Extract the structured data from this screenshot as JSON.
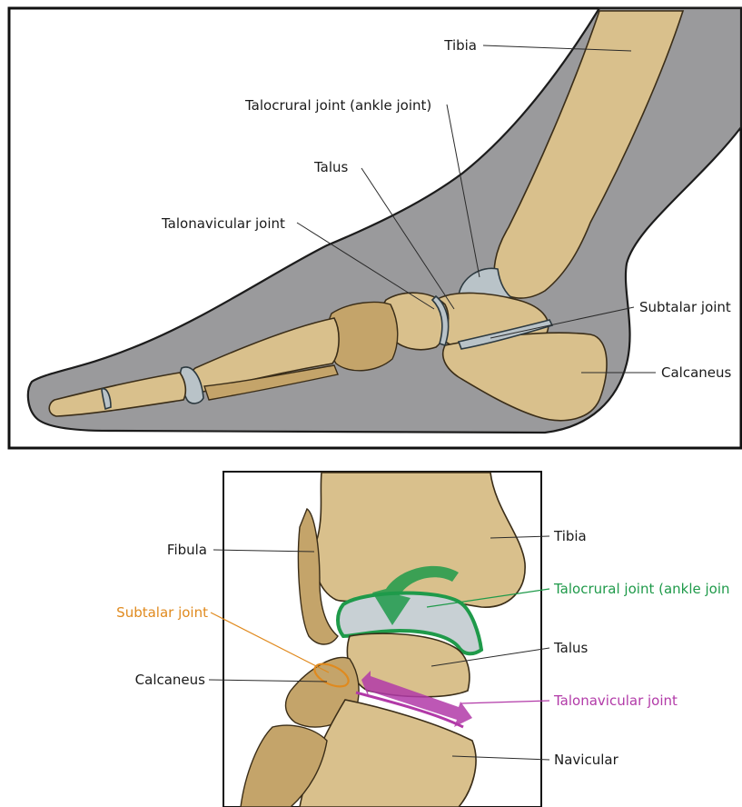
{
  "top_panel": {
    "labels": {
      "tibia": "Tibia",
      "talocrural": "Talocrural joint (ankle joint)",
      "talus": "Talus",
      "talonavicular": "Talonavicular joint",
      "subtalar": "Subtalar joint",
      "calcaneus": "Calcaneus"
    }
  },
  "bottom_panel": {
    "labels": {
      "fibula": "Fibula",
      "tibia": "Tibia",
      "talocrural": "Talocrural joint (ankle join",
      "subtalar": "Subtalar joint",
      "talus": "Talus",
      "calcaneus": "Calcaneus",
      "talonavicular": "Talonavicular joint",
      "navicular": "Navicular"
    }
  },
  "colors": {
    "skin": "#9a9a9c",
    "bone": "#d9c08c",
    "cartilage": "#b9c3c8",
    "talocrural_highlight": "#1f9a4a",
    "subtalar_highlight": "#e08a1e",
    "talonavicular_highlight": "#b23aa8"
  }
}
